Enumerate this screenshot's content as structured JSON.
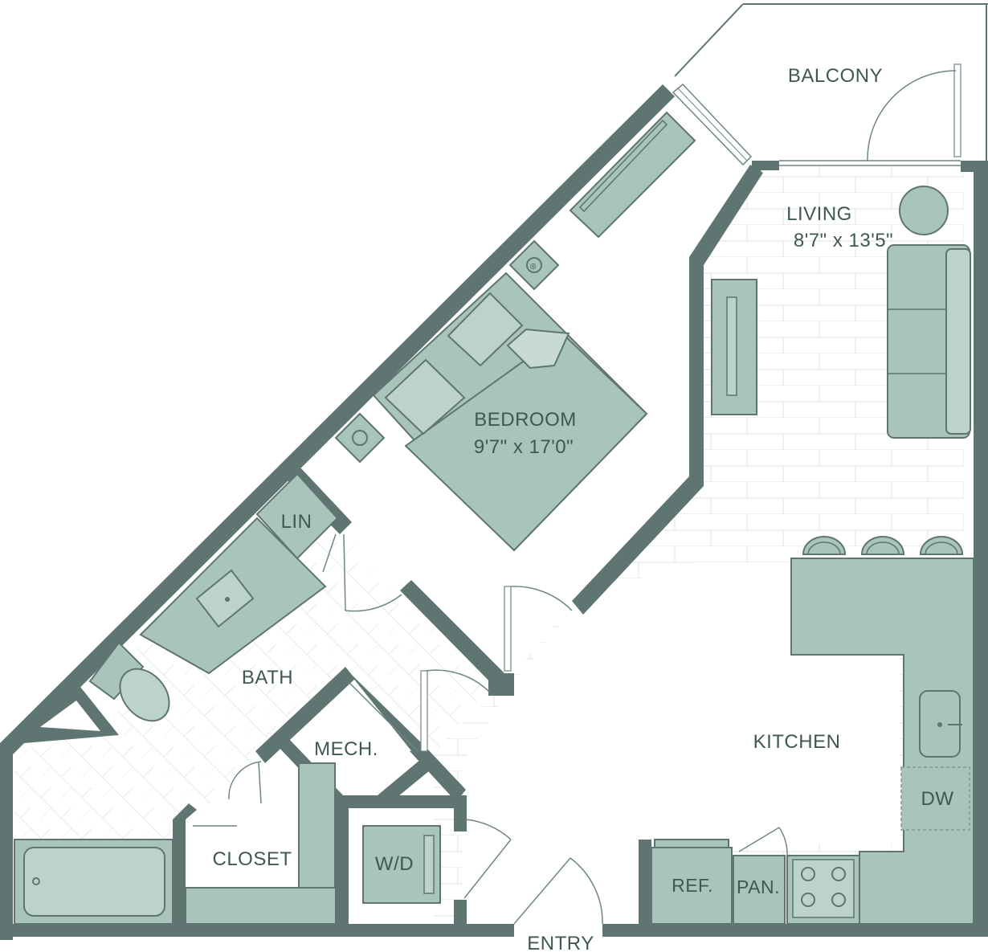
{
  "floorplan": {
    "rooms": {
      "balcony": {
        "name": "BALCONY"
      },
      "living": {
        "name": "LIVING",
        "dims": "8'7\" x 13'5\""
      },
      "bedroom": {
        "name": "BEDROOM",
        "dims": "9'7\" x 17'0\""
      },
      "lin": {
        "name": "LIN"
      },
      "bath": {
        "name": "BATH"
      },
      "mech": {
        "name": "MECH."
      },
      "kitchen": {
        "name": "KITCHEN"
      },
      "closet": {
        "name": "CLOSET"
      },
      "wd": {
        "name": "W/D"
      },
      "dw": {
        "name": "DW"
      },
      "ref": {
        "name": "REF."
      },
      "pan": {
        "name": "PAN."
      },
      "entry": {
        "name": "ENTRY"
      }
    },
    "colors": {
      "wall": "#5e7571",
      "fixture": "#a9c4bb",
      "label": "#3f5852",
      "floor_pattern": "#e4ebe8"
    }
  }
}
